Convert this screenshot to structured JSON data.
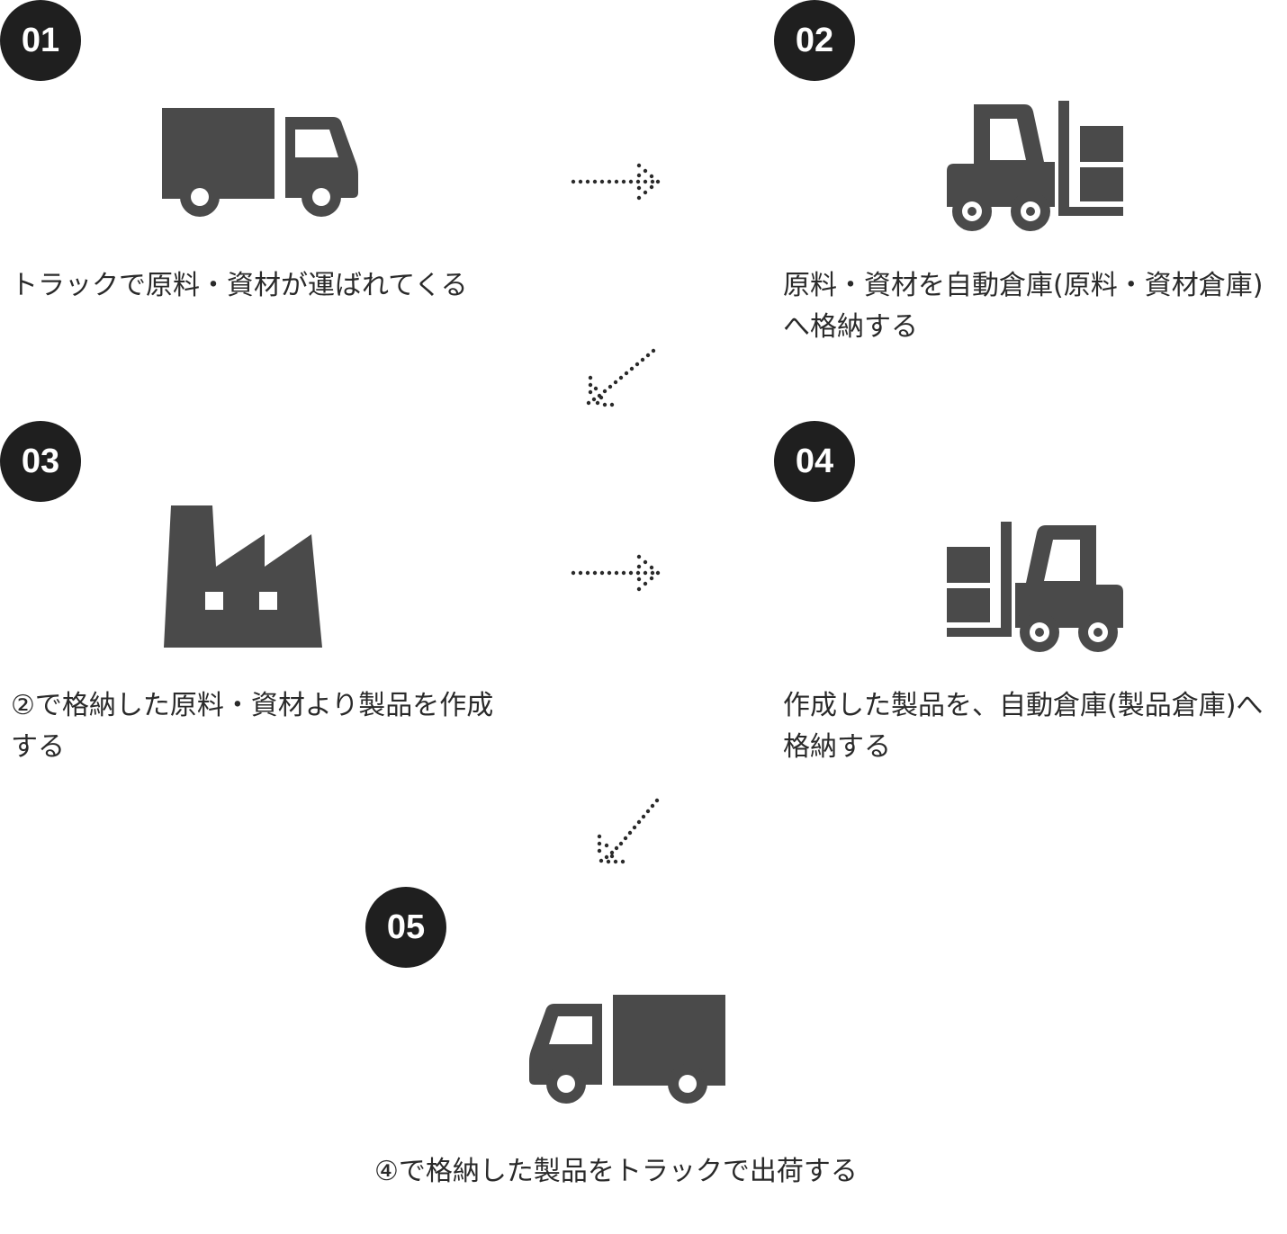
{
  "steps": [
    {
      "number": "01",
      "caption": "トラックで原料・資材が運ばれてくる",
      "icon": "truck-icon"
    },
    {
      "number": "02",
      "caption": "原料・資材を自動倉庫(原料・資材倉庫)へ格納する",
      "icon": "forklift-icon"
    },
    {
      "number": "03",
      "caption": "②で格納した原料・資材より製品を作成する",
      "icon": "factory-icon"
    },
    {
      "number": "04",
      "caption": "作成した製品を、自動倉庫(製品倉庫)へ格納する",
      "icon": "forklift-icon"
    },
    {
      "number": "05",
      "caption": "④で格納した製品をトラックで出荷する",
      "icon": "truck-icon"
    }
  ],
  "colors": {
    "icon": "#4a4a4a",
    "badge": "#1f1f1f",
    "text": "#2a2a2a"
  }
}
